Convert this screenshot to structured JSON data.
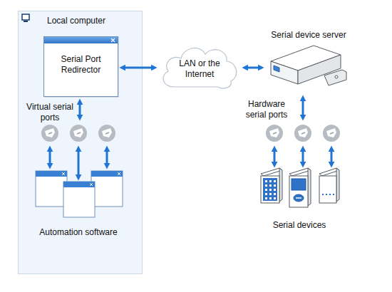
{
  "diagram": {
    "nodes": [
      {
        "text": [
          "Local computer"
        ]
      },
      {
        "text": [
          "Serial Port Redirector"
        ],
        "in": 0
      },
      {
        "text": [
          "LAN or the Internet"
        ]
      },
      {
        "text": [
          "Serial device server"
        ]
      }
    ],
    "edges": [
      {
        "from": 1,
        "to": 2,
        "arrow": "both"
      },
      {
        "from": 2,
        "to": 3,
        "arrow": "both"
      }
    ],
    "labels": [
      "Virtual serial ports",
      "Automation software",
      "Hardware serial ports",
      "Serial devices"
    ]
  }
}
